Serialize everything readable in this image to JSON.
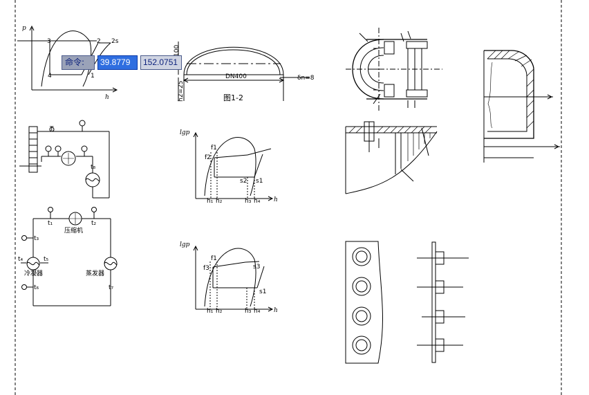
{
  "command_bar": {
    "prompt_label": "命令:",
    "x_value": "39.8779",
    "y_value": "152.0751"
  },
  "drawing": {
    "ph_top": {
      "axis_p": "p",
      "axis_h": "h",
      "pt1": "1",
      "pt2": "2",
      "pt2s": "2s",
      "pt3": "3",
      "pt4": "4"
    },
    "head": {
      "dim_height": "100",
      "dim_dn": "DN400",
      "dim_h2": "h2=25",
      "dim_delta": "δn=8",
      "caption": "图1-2"
    },
    "loop1": {
      "gauge": "T"
    },
    "chart_a": {
      "axis_y": "lgp",
      "axis_h": "h",
      "f1": "f1",
      "f2": "f2",
      "s2": "s2",
      "s1": "s1",
      "h1": "h₁",
      "h2": "h₂",
      "h3": "h₃",
      "h4": "h₄"
    },
    "loop2": {
      "compressor": "压缩机",
      "condenser": "冷凝器",
      "evaporator": "蒸发器",
      "t1": "t₁",
      "t2": "t₂",
      "t3": "t₃",
      "t4": "t₄",
      "t5": "t₅",
      "t6": "t₆",
      "t7": "t₇",
      "t8": "t₈"
    },
    "chart_b": {
      "axis_y": "lgp",
      "axis_h": "h",
      "f1": "f1",
      "f3": "f3",
      "s3": "s3",
      "s1": "s1",
      "h1": "h₁",
      "h2": "h₂",
      "h3": "h₃",
      "h4": "h₄"
    }
  }
}
